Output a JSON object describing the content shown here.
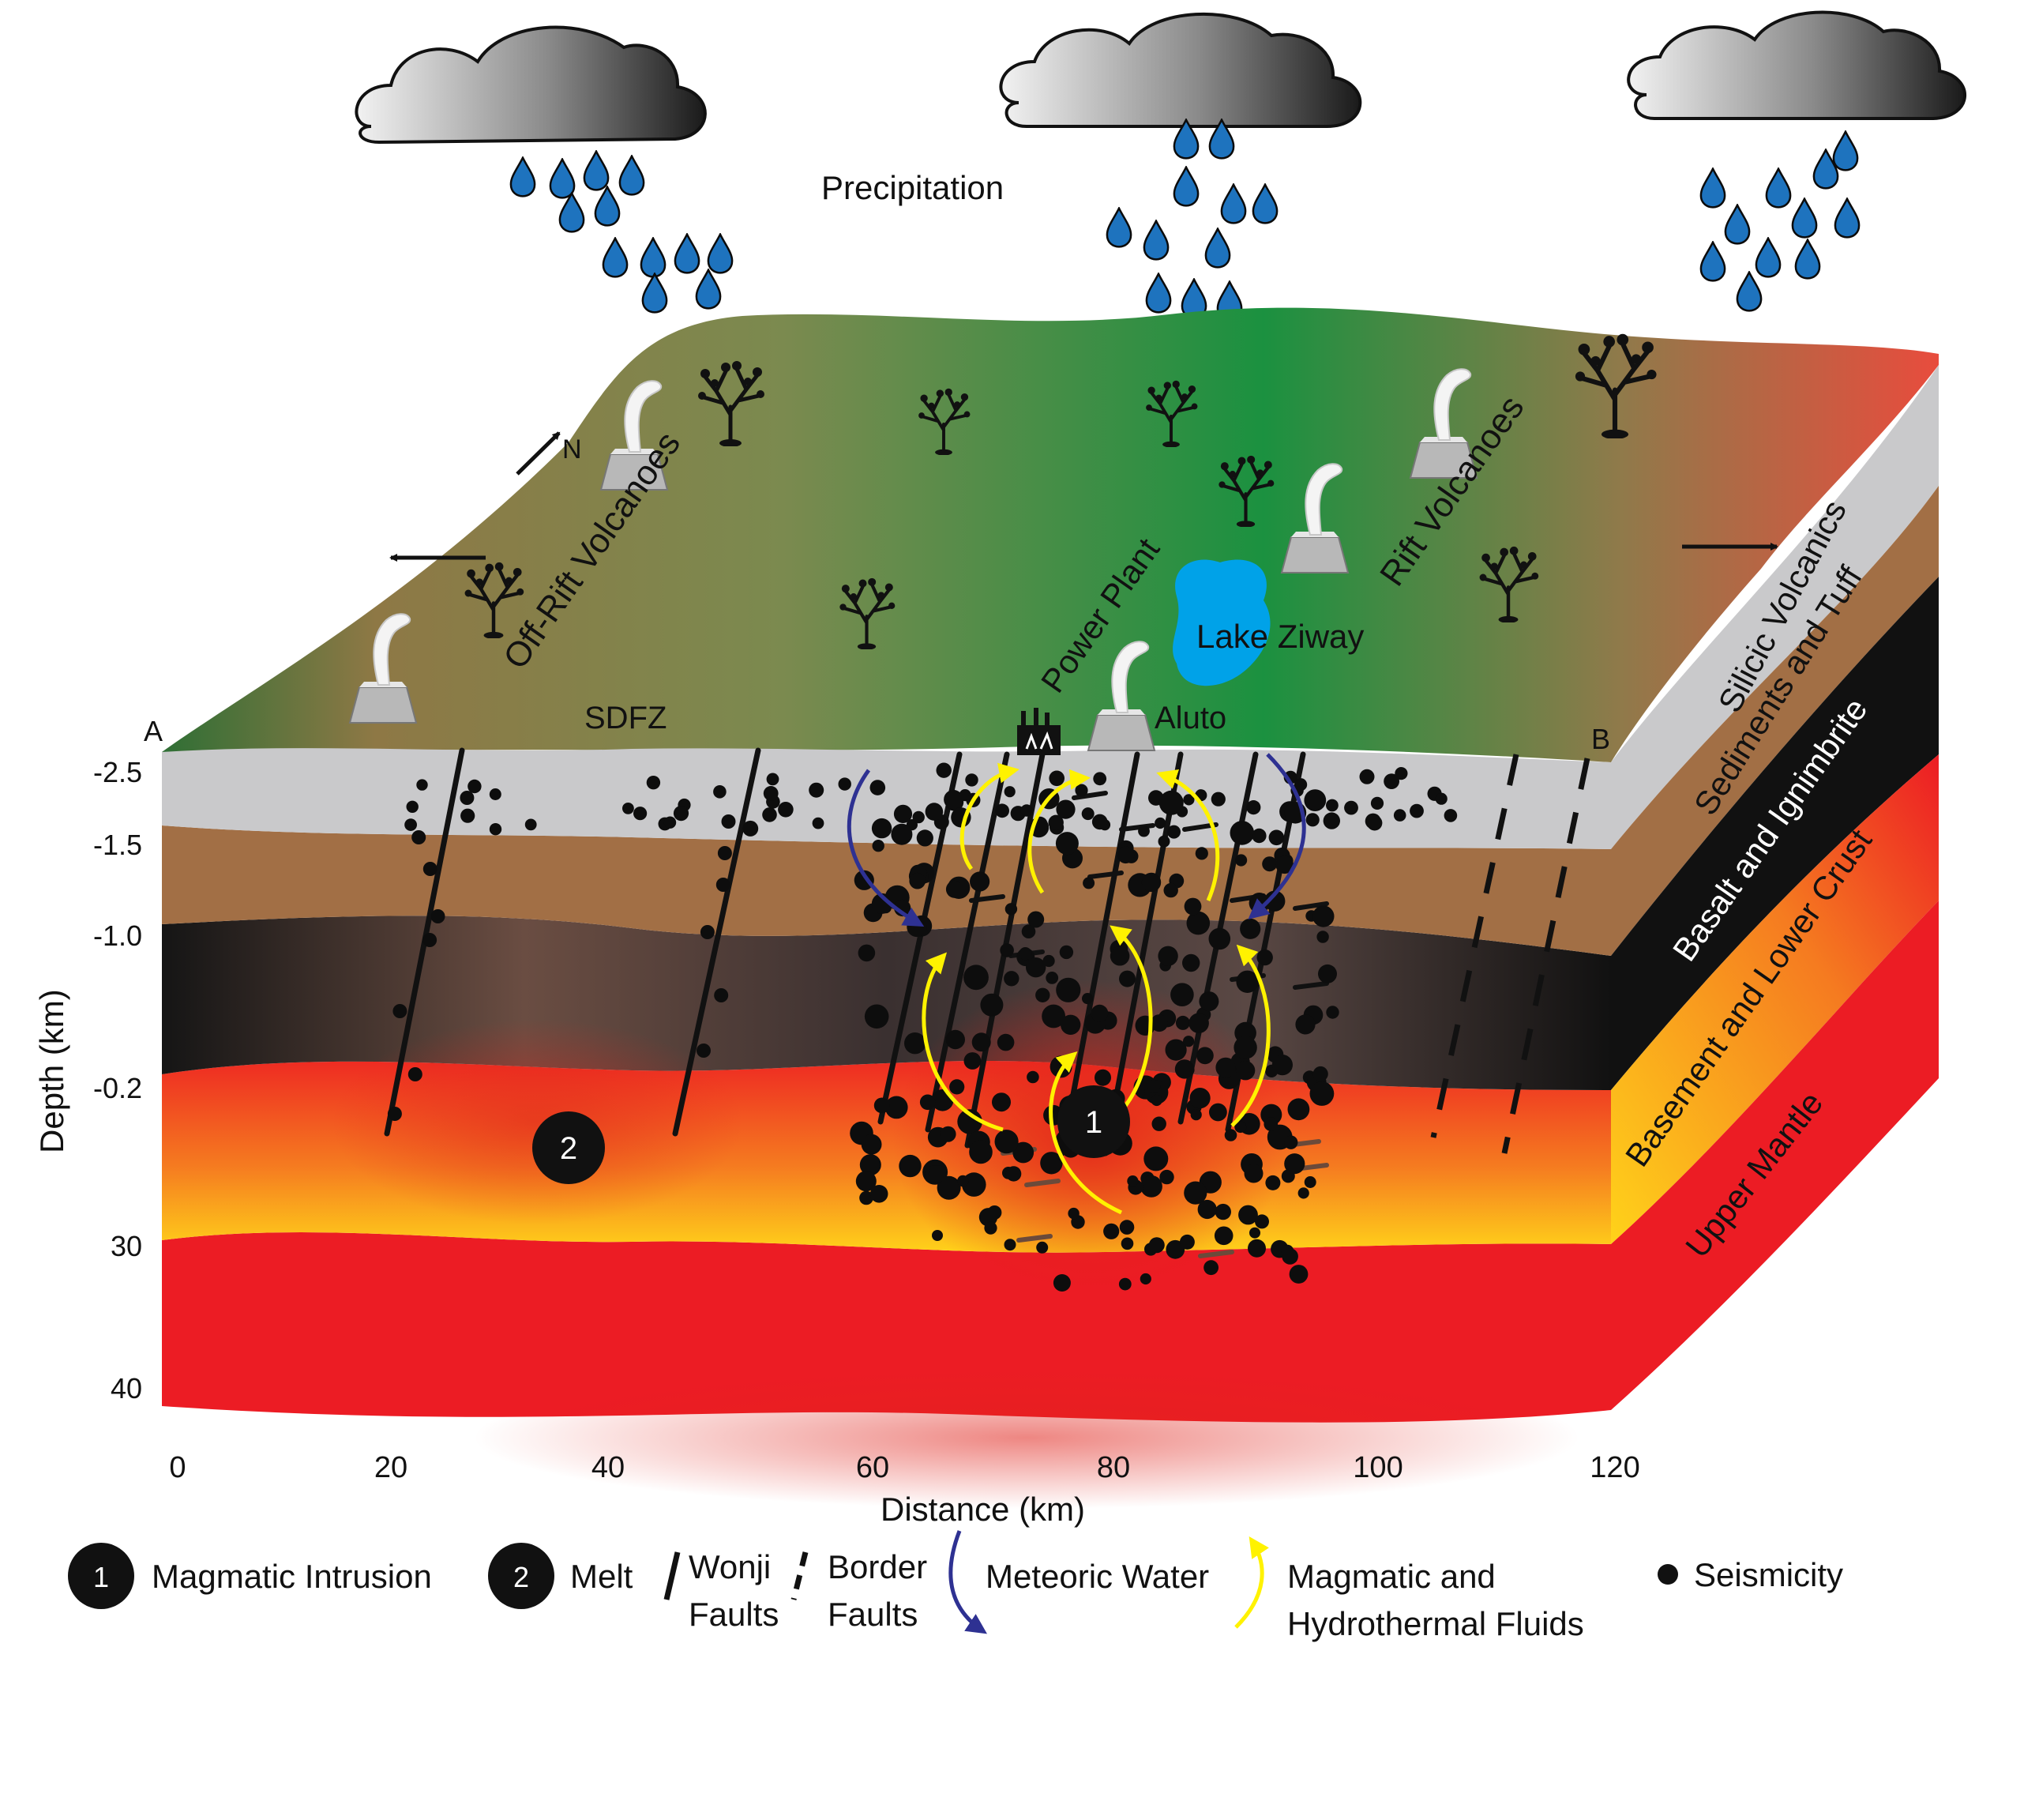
{
  "precipitation_label": "Precipitation",
  "surface_labels": {
    "off_rift": "Off-Rift Volcanoes",
    "rift": "Rift Volcanoes",
    "power_plant": "Power Plant",
    "lake": "Lake Ziway",
    "aluto": "Aluto",
    "sdfz": "SDFZ",
    "north": "N",
    "point_a": "A",
    "point_b": "B"
  },
  "layers": [
    {
      "name": "Silicic Volcanics",
      "color": "#c9c9cb"
    },
    {
      "name": "Sediments and Tuff",
      "color": "#a26f45"
    },
    {
      "name": "Basalt and Ignimbrite",
      "color": "#111111"
    },
    {
      "name": "Basement and Lower Crust",
      "color": "#f07f28"
    },
    {
      "name": "Upper Mantle",
      "color": "#ec1c24"
    }
  ],
  "depth_axis": {
    "title": "Depth (km)",
    "ticks": [
      "-2.5",
      "-1.5",
      "-1.0",
      "-0.2",
      "30",
      "40"
    ]
  },
  "distance_axis": {
    "title": "Distance (km)",
    "ticks": [
      "0",
      "20",
      "40",
      "60",
      "80",
      "100",
      "120"
    ]
  },
  "markers": {
    "intrusion": "1",
    "melt": "2"
  },
  "legend": {
    "intrusion_num": "1",
    "intrusion": "Magmatic Intrusion",
    "melt_num": "2",
    "melt": "Melt",
    "wonji_1": "Wonji",
    "wonji_2": "Faults",
    "border_1": "Border",
    "border_2": "Faults",
    "meteoric": "Meteoric Water",
    "magmatic_1": "Magmatic and",
    "magmatic_2": "Hydrothermal Fluids",
    "seismicity": "Seismicity"
  },
  "colors": {
    "raindrop": "#1e73be",
    "lake": "#00a2e8",
    "meteoric_arrow": "#2e3192",
    "fluid_arrow": "#fff200",
    "mantle": "#ec1c24",
    "silicic": "#c9c9cb"
  },
  "icons": [
    "cloud-icon",
    "raindrop-icon",
    "tree-icon",
    "volcano-icon",
    "power-plant-icon",
    "north-arrow-icon"
  ]
}
